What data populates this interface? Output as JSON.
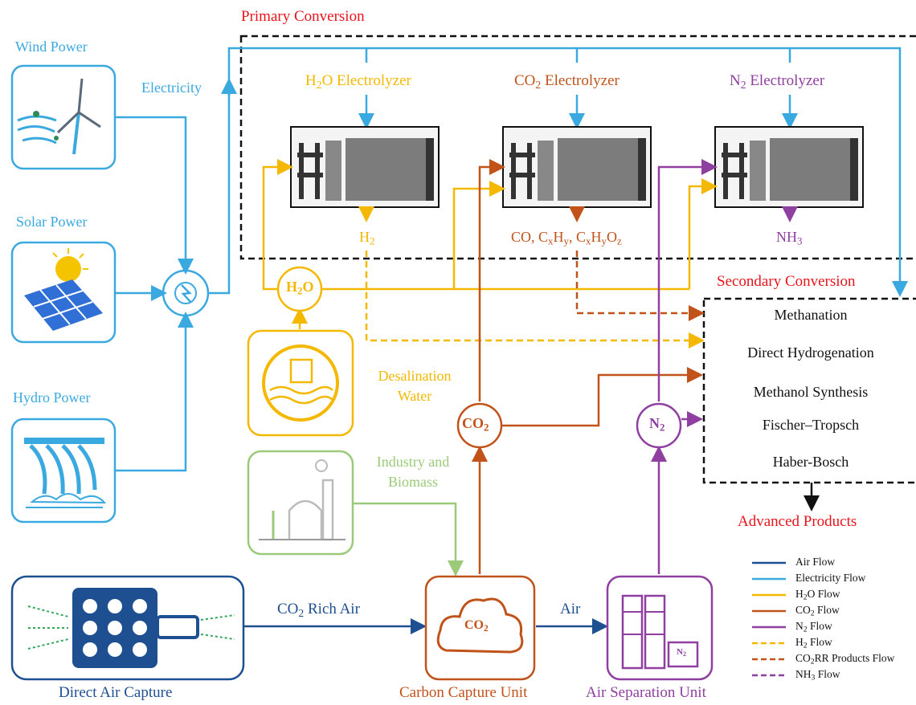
{
  "regions": {
    "primary": "Primary Conversion",
    "secondary": "Secondary Conversion",
    "advanced": "Advanced Products"
  },
  "sources": {
    "wind": "Wind Power",
    "solar": "Solar Power",
    "hydro": "Hydro Power",
    "electricity": "Electricity"
  },
  "electrolyzers": {
    "h2o": {
      "pre": "H",
      "sub": "2",
      "post": "O Electrolyzer",
      "product": "H",
      "product_sub": "2"
    },
    "co2": {
      "pre": "CO",
      "sub": "2",
      "post": " Electrolyzer"
    },
    "n2": {
      "pre": "N",
      "sub": "2",
      "post": " Electrolyzer",
      "product": "NH",
      "product_sub": "3"
    }
  },
  "co2_products": {
    "a": "CO, C",
    "b": "x",
    "c": "H",
    "d": "y",
    "e": ",  C",
    "f": "x",
    "g": "H",
    "h": "y",
    "i": "O",
    "j": "z"
  },
  "nodes": {
    "h2o": {
      "pre": "H",
      "sub": "2",
      "post": "O"
    },
    "co2": {
      "pre": "CO",
      "sub": "2"
    },
    "n2": {
      "pre": "N",
      "sub": "2"
    }
  },
  "desalination": {
    "line1": "Desalination",
    "line2": "Water"
  },
  "industry": {
    "line1": "Industry and",
    "line2": "Biomass"
  },
  "secondary_processes": [
    "Methanation",
    "Direct Hydrogenation",
    "Methanol Synthesis",
    "Fischer–Tropsch",
    "Haber-Bosch"
  ],
  "units": {
    "dac": "Direct Air Capture",
    "ccu": "Carbon Capture Unit",
    "asu": "Air Separation Unit",
    "ccu_icon_pre": "CO",
    "ccu_icon_sub": "2",
    "asu_icon_pre": "N",
    "asu_icon_sub": "2"
  },
  "flow_labels": {
    "co2_rich_pre": "CO",
    "co2_rich_sub": "2",
    "co2_rich_post": " Rich Air",
    "air": "Air"
  },
  "legend": [
    {
      "pre": "Air Flow",
      "sub": "",
      "post": "",
      "color": "#1d4f91",
      "dash": false
    },
    {
      "pre": "Electricity Flow",
      "sub": "",
      "post": "",
      "color": "#3aa9e0",
      "dash": false
    },
    {
      "pre": "H",
      "sub": "2",
      "post": "O Flow",
      "color": "#f5b800",
      "dash": false
    },
    {
      "pre": "CO",
      "sub": "2",
      "post": " Flow",
      "color": "#c0521a",
      "dash": false
    },
    {
      "pre": "N",
      "sub": "2",
      "post": " Flow",
      "color": "#8f3fa0",
      "dash": false
    },
    {
      "pre": "H",
      "sub": "2",
      "post": " Flow",
      "color": "#f5b800",
      "dash": true
    },
    {
      "pre": "CO",
      "sub": "2",
      "post": "RR Products Flow",
      "color": "#c0521a",
      "dash": true
    },
    {
      "pre": "NH",
      "sub": "3",
      "post": " Flow",
      "color": "#8f3fa0",
      "dash": true
    }
  ],
  "colors": {
    "air": "#1d4f91",
    "electricity": "#3aa9e0",
    "h2o": "#f5b800",
    "co2": "#c0521a",
    "n2": "#8f3fa0",
    "industry": "#9bcb7a",
    "title_red": "#e8141c"
  }
}
